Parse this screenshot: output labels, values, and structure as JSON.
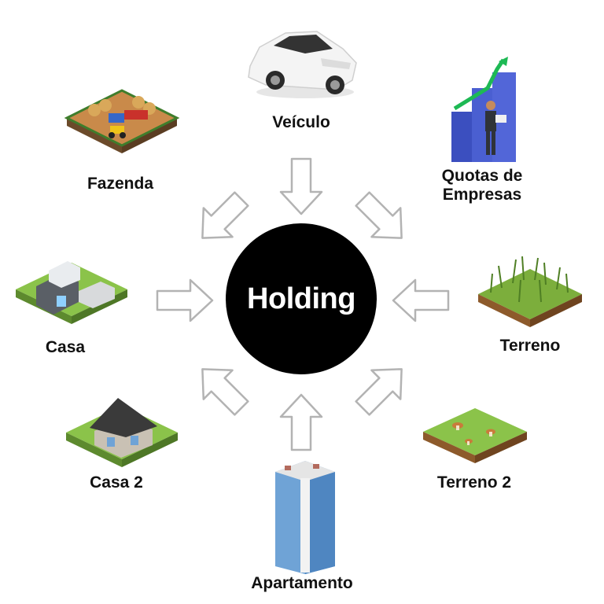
{
  "center": {
    "label": "Holding"
  },
  "assets": {
    "veiculo": {
      "label": "Veículo"
    },
    "quotas": {
      "label_line1": "Quotas de",
      "label_line2": "Empresas"
    },
    "terreno": {
      "label": "Terreno"
    },
    "terreno2": {
      "label": "Terreno 2"
    },
    "apartamento": {
      "label": "Apartamento"
    },
    "casa2": {
      "label": "Casa 2"
    },
    "casa": {
      "label": "Casa"
    },
    "fazenda": {
      "label": "Fazenda"
    }
  },
  "colors": {
    "hub": "#000000",
    "arrow_outline": "#b3b3b3",
    "grass": "#8bc34a",
    "soil": "#8d5a2b",
    "building_glass": "#6fa3d6"
  }
}
